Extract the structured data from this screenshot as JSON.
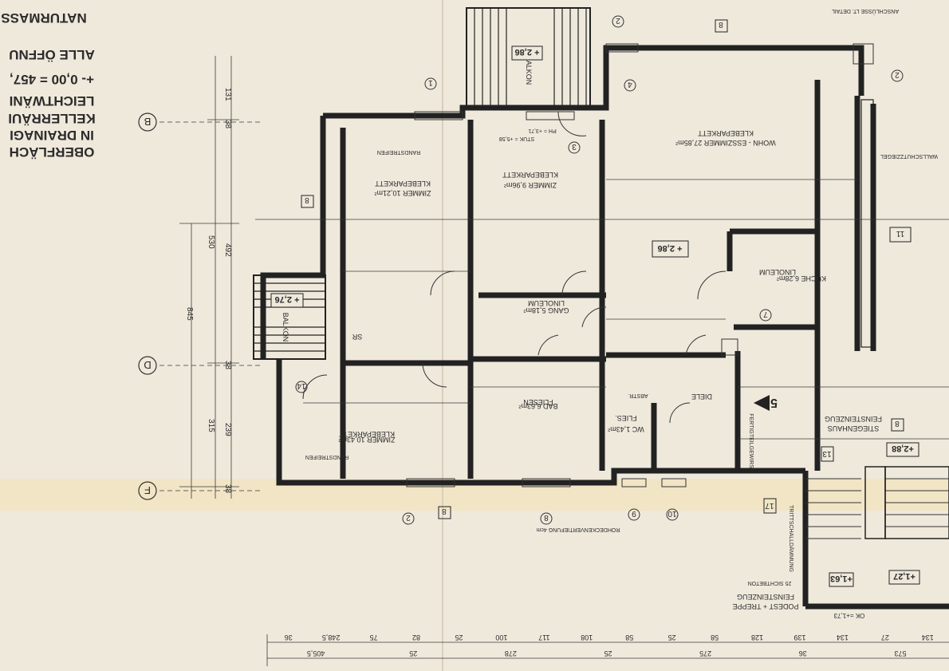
{
  "notes": {
    "line1": "NATURMASS",
    "line2": "ALLE ÖFFNU",
    "line3": "+- 0,00 = 457,",
    "line4": "LEICHTWÄNI",
    "line5": "KELLERRÄUI",
    "line6": "IN DRAINAGI",
    "line7": "OBERFLÄCH"
  },
  "axes": {
    "b": "B",
    "d": "D",
    "f": "F"
  },
  "left_dims": {
    "d1": "131",
    "d2": "38",
    "d3": "492",
    "d4": "530",
    "d5": "845",
    "d6": "38",
    "d7": "239",
    "d8": "315",
    "d9": "38"
  },
  "rooms": {
    "zimmer1": {
      "name": "ZIMMER 10,21m²",
      "floor": "KLEBEPARKETT"
    },
    "zimmer2": {
      "name": "ZIMMER 9,96m²",
      "floor": "KLEBEPARKETT"
    },
    "wohn": {
      "name": "WOHN - ESSZIMMER 27,85m²",
      "floor": "KLEBEPARKETT"
    },
    "kueche": {
      "name": "KÜCHE 6,28m²",
      "floor": "LINOLEUM"
    },
    "gang": {
      "name": "GANG 5,18m²",
      "floor": "LINOLEUM"
    },
    "bad": {
      "name": "BAD 6,63m²",
      "floor": "FLIESEN"
    },
    "wc": {
      "name": "WC 1,43m²",
      "floor": "FLIES."
    },
    "zimmer3": {
      "name": "ZIMMER 10,43m²",
      "floor": "KLEBEPARKETT"
    },
    "diele": {
      "name": "DIELE"
    },
    "stiegenhaus": {
      "name": "STIEGENHAUS",
      "floor": "FEINSTEINZEUG"
    },
    "podest": {
      "name": "PODEST + TREPPE",
      "floor": "FEINSTEINZEUG"
    },
    "balkon1": {
      "name": "BALKON",
      "level": "+ 2,86"
    },
    "balkon2": {
      "name": "BALKON",
      "level": "+ 2,76"
    }
  },
  "levels": {
    "main": "+ 2,86",
    "stair1": "+2,88",
    "stair2": "+1,63",
    "stair3": "+1,27",
    "ok": "OK =+1,73"
  },
  "marks": {
    "m1": "8",
    "m2": "8",
    "m3": "8",
    "m4": "8",
    "m5": "11",
    "m6": "13",
    "m7": "17"
  },
  "circles": {
    "c1": "2",
    "c2": "1",
    "c3": "3",
    "c4": "4",
    "c5": "7",
    "c6": "14",
    "c7": "8",
    "c8": "9",
    "c9": "10",
    "c10": "2",
    "c11": "2"
  },
  "section_mark": "5",
  "bottom_dims_row1": [
    "36",
    "248,5",
    "75",
    "82",
    "25",
    "100",
    "117",
    "108",
    "58",
    "25",
    "58",
    "128",
    "139",
    "134",
    "27",
    "134"
  ],
  "bottom_dims_row2": [
    "405,5",
    "25",
    "278",
    "25",
    "275",
    "36",
    "573"
  ],
  "misc": {
    "anschluss": "ANSCHLÜSSE LT. DETAIL",
    "randstreifen": "RANDSTREIFEN",
    "stuk": "STUK = +5,58",
    "ph": "PH = +3,71",
    "sr": "SR",
    "rohdecken": "ROHDECKENVERTIEFUNG 4cm",
    "fertigteil": "FERTIGTEILGEWIRSE",
    "abstr": "ABSTR.",
    "trittschall": "TRITTSCHALLDÄMMUNG",
    "wallschutz": "WALLSCHUTZZIEGEL",
    "sichtbeton": "25 SICHTBETON"
  }
}
